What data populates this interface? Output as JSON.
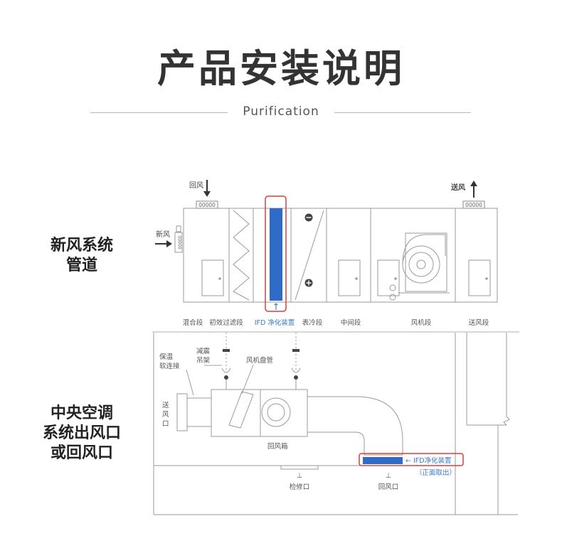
{
  "page": {
    "title": "产品安装说明",
    "subtitle": "Purification"
  },
  "side_labels": {
    "fresh_air_line1": "新风系统",
    "fresh_air_line2": "管道",
    "central_line1": "中央空调",
    "central_line2": "系统出风口",
    "central_line3": "或回风口"
  },
  "top_diagram": {
    "return_air": "回风",
    "supply_air": "送风",
    "fresh_air": "新风",
    "damper_text": "00000",
    "arrow_up": "↑",
    "sections": [
      "混合段",
      "初效过滤段",
      "IFD 净化装置",
      "表冷段",
      "中间段",
      "风机段",
      "送风段"
    ]
  },
  "bottom_diagram": {
    "insulation_label_1": "保温",
    "insulation_label_2": "软连接",
    "hanger_label_1": "减震",
    "hanger_label_2": "吊架",
    "coil_label": "风机盘管",
    "outlet_label_1": "送",
    "outlet_label_2": "风",
    "outlet_label_3": "口",
    "return_box_label": "回风箱",
    "ifd_label": "← IFD净化装置",
    "ifd_note": "（正面取出）",
    "service_port": "检修口",
    "return_port": "回风口",
    "mark_symbol": "⊥"
  },
  "colors": {
    "title": "#333333",
    "line": "#999999",
    "ifd_blue": "#2f6cc9",
    "highlight_red": "#e03b3b",
    "label_blue": "#3b78c8"
  }
}
